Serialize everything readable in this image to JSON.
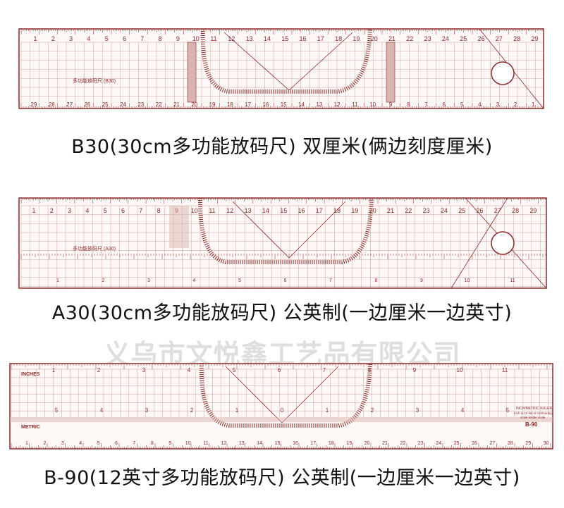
{
  "captions": {
    "b30": "B30(30cm多功能放码尺)  双厘米(俩边刻度厘米)",
    "a30": "A30(30cm多功能放码尺)  公英制(一边厘米一边英寸)",
    "b90": "B-90(12英寸多功能放码尺)  公英制(一边厘米一边英寸)"
  },
  "watermark": "义乌市文悦鑫工艺品有限公司",
  "ruler_b30": {
    "model_tag": "多功能放码尺 (B30)",
    "top_numbers": [
      "1",
      "2",
      "3",
      "4",
      "5",
      "6",
      "7",
      "8",
      "9",
      "10",
      "11",
      "12",
      "13",
      "14",
      "15",
      "16",
      "17",
      "18",
      "19",
      "20",
      "21",
      "22",
      "23",
      "24",
      "25",
      "26",
      "27",
      "28",
      "29"
    ],
    "bottom_numbers": [
      "29",
      "28",
      "27",
      "26",
      "25",
      "24",
      "23",
      "22",
      "21",
      "20",
      "19",
      "18",
      "17",
      "16",
      "15",
      "14",
      "13",
      "12",
      "11",
      "10",
      "9",
      "8",
      "7",
      "6",
      "5",
      "4",
      "3",
      "2",
      "1"
    ]
  },
  "ruler_a30": {
    "model_tag": "多功能放码尺 (A30)",
    "top_numbers": [
      "1",
      "2",
      "3",
      "4",
      "5",
      "6",
      "7",
      "8",
      "9",
      "10",
      "11",
      "12",
      "13",
      "14",
      "15",
      "16",
      "17",
      "18",
      "19",
      "20",
      "21",
      "22",
      "23",
      "24",
      "25",
      "26",
      "27",
      "28",
      "29"
    ],
    "inch_numbers": [
      "1",
      "2",
      "3",
      "4",
      "5",
      "6",
      "7",
      "8",
      "9",
      "10",
      "11"
    ]
  },
  "ruler_b90": {
    "inches_label": "INCHES",
    "metric_label": "METRIC",
    "brand_line1": "INCH/METRIC RULER",
    "brand_line2": "Inch is 12-line  8 contouring",
    "brand_line3": "scale  textile scale",
    "model_tag": "B-90",
    "top_inch_numbers": [
      "1",
      "2",
      "3",
      "4",
      "5",
      "6",
      "7",
      "8",
      "9",
      "10",
      "11"
    ],
    "mid_numbers": [
      "5",
      "4",
      "3",
      "2",
      "1",
      "0",
      "1",
      "2",
      "3",
      "4",
      "5"
    ],
    "bottom_numbers": [
      "1",
      "2",
      "3",
      "4",
      "5",
      "6",
      "7",
      "8",
      "9",
      "10",
      "11",
      "12",
      "13",
      "14",
      "15",
      "16",
      "17",
      "18",
      "19",
      "20",
      "21",
      "22",
      "23",
      "24",
      "25",
      "26",
      "27",
      "28",
      "29",
      "30"
    ]
  },
  "colors": {
    "ink": "#8a2a2a",
    "ruler_fill": "#fdf8f6",
    "caption": "#111111",
    "watermark": "#dedede"
  }
}
